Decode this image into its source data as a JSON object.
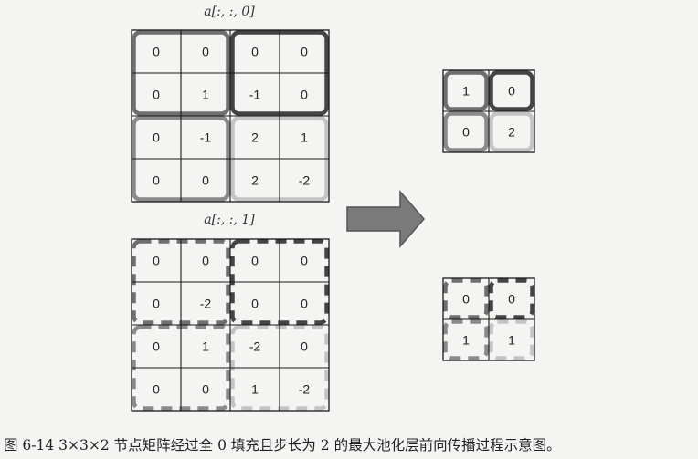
{
  "input_top": {
    "label": "a[:, :, 0]",
    "cells": [
      [
        "0",
        "0",
        "0",
        "0"
      ],
      [
        "0",
        "1",
        "-1",
        "0"
      ],
      [
        "0",
        "-1",
        "2",
        "1"
      ],
      [
        "0",
        "0",
        "2",
        "-2"
      ]
    ]
  },
  "input_bottom": {
    "label": "a[:, :, 1]",
    "cells": [
      [
        "0",
        "0",
        "0",
        "0"
      ],
      [
        "0",
        "-2",
        "0",
        "0"
      ],
      [
        "0",
        "1",
        "-2",
        "0"
      ],
      [
        "0",
        "0",
        "1",
        "-2"
      ]
    ]
  },
  "output_top": {
    "cells": [
      [
        "1",
        "0"
      ],
      [
        "0",
        "2"
      ]
    ]
  },
  "output_bottom": {
    "cells": [
      [
        "0",
        "0"
      ],
      [
        "1",
        "1"
      ]
    ]
  },
  "colors": {
    "grid": "#1a1a1a",
    "window_1": "#6f6f6f",
    "window_2": "#444444",
    "window_3": "#8a8a8a",
    "window_4": "#c4c4c4",
    "arrow_fill": "#7a7a7a",
    "arrow_stroke": "#555555"
  },
  "caption": "图 6-14   3×3×2 节点矩阵经过全 0 填充且步长为 2 的最大池化层前向传播过程示意图。"
}
